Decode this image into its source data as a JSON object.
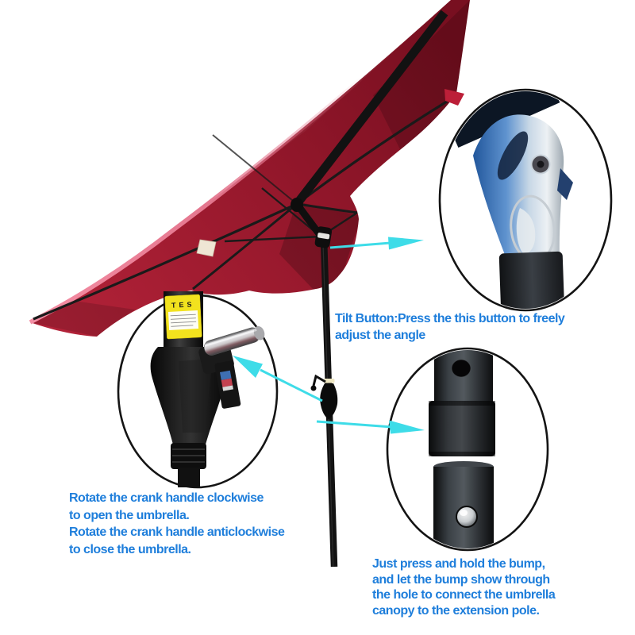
{
  "image": {
    "type": "patio-umbrella-instruction-diagram",
    "background": "#ffffff"
  },
  "colors": {
    "text_blue": "#1E7EDB",
    "arrow_cyan": "#3EDCE8",
    "canopy_red": "#96182C",
    "canopy_trim_pink": "#EC7F96",
    "frame_black": "#161616",
    "label_yellow": "#F2E21E",
    "chrome_blue": "#4A7CC0"
  },
  "annotations": {
    "tilt_button": {
      "lines": [
        "Tilt Button:Press the this button to freely",
        "adjust the angle"
      ]
    },
    "crank_handle": {
      "lines": [
        "Rotate the crank handle clockwise",
        "to open the umbrella.",
        "Rotate the crank handle anticlockwise",
        "to close the umbrella."
      ]
    },
    "pole_connector": {
      "lines": [
        "Just press and hold the bump,",
        "and let the bump show through",
        "the hole to connect the umbrella",
        "canopy to the extension pole."
      ]
    }
  },
  "pole_label": {
    "text": "TES"
  }
}
